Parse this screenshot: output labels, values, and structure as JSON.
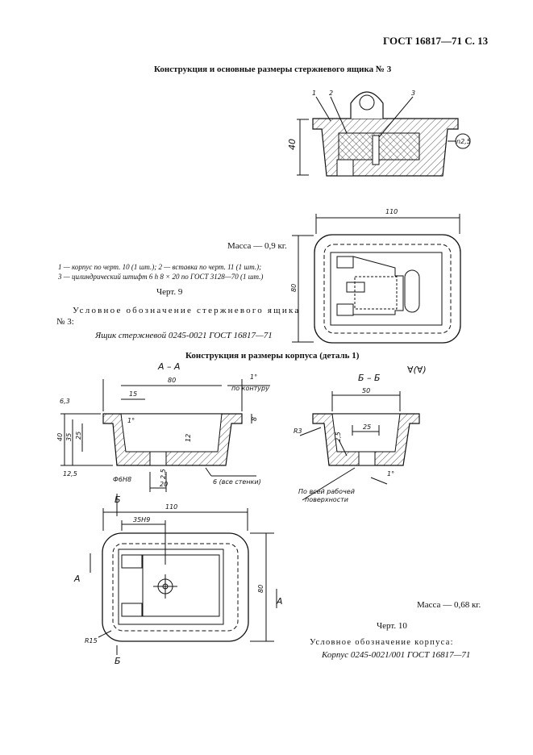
{
  "header": {
    "code": "ГОСТ 16817—71 С. 13"
  },
  "section1": {
    "title": "Конструкция и основные размеры стержневого ящика № 3",
    "mass": "Масса — 0,9 кг.",
    "legend_1a": "1 — корпус по черт. 10 (1 шт.); 2 — вставка по черт. 11 (1 шт.);",
    "legend_1b": "3 — цилиндрический штифт 6 h 8 × 20 по ГОСТ 3128—70 (1 шт.)",
    "fig": "Черт. 9",
    "designation_label_a": "Условное обозначение стержневого ящика",
    "designation_label_b": "№ 3:",
    "designation_value": "Ящик стержневой 0245-0021 ГОСТ 16817—71",
    "callouts": [
      "1",
      "2",
      "3"
    ],
    "roughness": "n2,5",
    "dims": {
      "height": "40",
      "width": "110",
      "depth": "80"
    }
  },
  "section2": {
    "title": "Конструкция и размеры корпуса (деталь 1)",
    "view_aa": "А – А",
    "view_bb": "Б – Б",
    "surface_symbol": "∀(∀)",
    "mass": "Масса — 0,68 кг.",
    "fig": "Черт. 10",
    "designation_label": "Условное обозначение корпуса:",
    "designation_value": "Корпус 0245-0021/001 ГОСТ 16817—71",
    "dims_aa": {
      "w80": "80",
      "w15": "15",
      "h40": "40",
      "h35": "35",
      "h25": "25",
      "h8": "8",
      "h12": "12",
      "angle1": "1°",
      "contour": "по контуру",
      "angle_in": "1°",
      "d6h8": "Ф6Н8",
      "r25": "2,5",
      "w20": "20",
      "wall": "6 (все стенки)",
      "rough63": "6,3",
      "rough125": "12,5"
    },
    "dims_bb": {
      "w50": "50",
      "w25": "25",
      "r3": "R3",
      "r25": "2,5",
      "angle": "1°",
      "note_a": "По всей рабочей",
      "note_b": "поверхности"
    },
    "dims_plan": {
      "w110": "110",
      "w35": "35Н9",
      "h80": "80",
      "r15": "R15",
      "a": "А",
      "b": "Б"
    }
  }
}
